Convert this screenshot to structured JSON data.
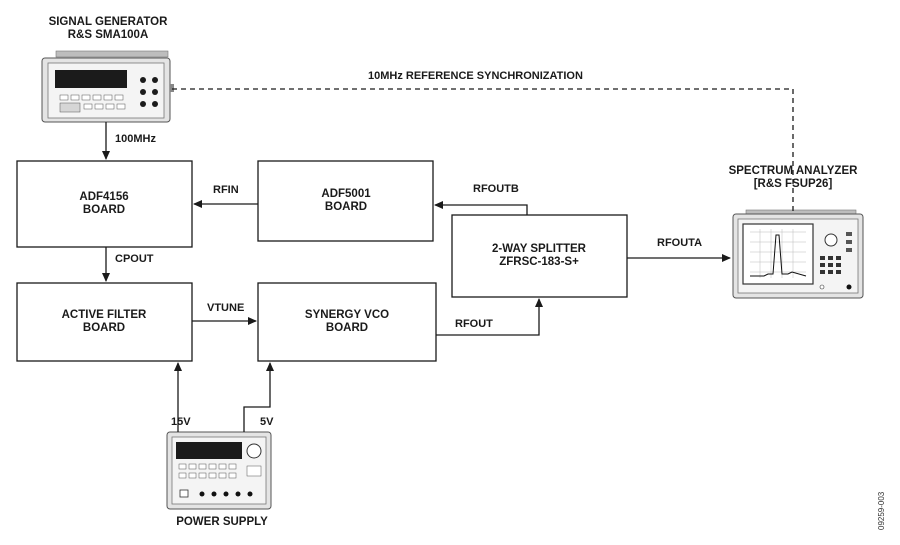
{
  "equipment": {
    "signal_generator": {
      "line1": "SIGNAL GENERATOR",
      "line2": "R&S SMA100A"
    },
    "spectrum_analyzer": {
      "line1": "SPECTRUM ANALYZER",
      "line2": "[R&S FSUP26]"
    },
    "power_supply": {
      "label": "POWER SUPPLY"
    }
  },
  "blocks": {
    "adf4156": {
      "line1": "ADF4156",
      "line2": "BOARD"
    },
    "adf5001": {
      "line1": "ADF5001",
      "line2": "BOARD"
    },
    "active_filter": {
      "line1": "ACTIVE FILTER",
      "line2": "BOARD"
    },
    "synergy_vco": {
      "line1": "SYNERGY VCO",
      "line2": "BOARD"
    },
    "splitter": {
      "line1": "2-WAY SPLITTER",
      "line2": "ZFRSC-183-S+"
    }
  },
  "signals": {
    "ref_sync": "10MHz REFERENCE SYNCHRONIZATION",
    "ref_100mhz": "100MHz",
    "rfin": "RFIN",
    "rfoutb": "RFOUTB",
    "rfouta": "RFOUTA",
    "cpout": "CPOUT",
    "vtune": "VTUNE",
    "rfout": "RFOUT",
    "v15": "15V",
    "v5": "5V"
  },
  "figure_id": "09259-003"
}
